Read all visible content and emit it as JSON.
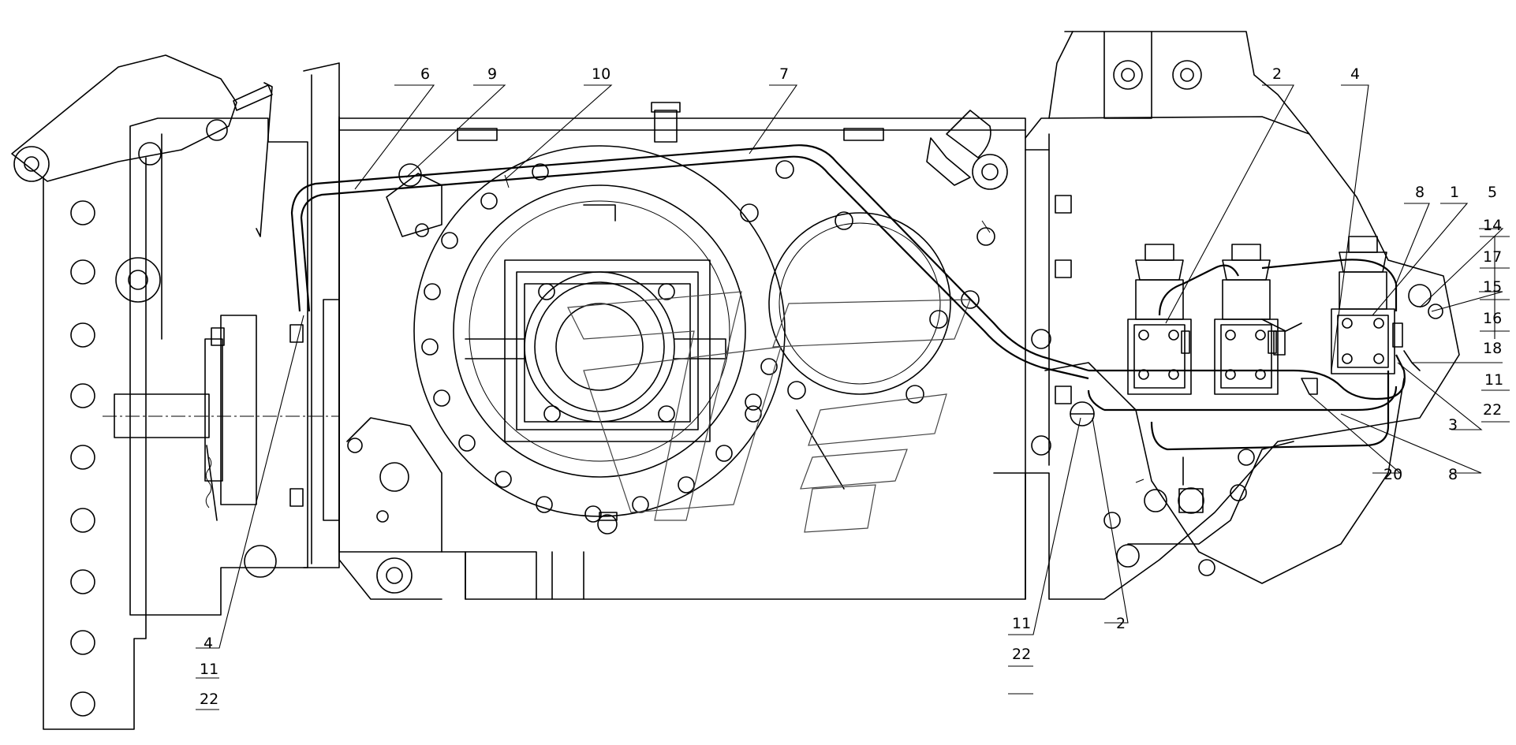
{
  "callouts": [
    {
      "id": "c6",
      "text": "6"
    },
    {
      "id": "c9",
      "text": "9"
    },
    {
      "id": "c10",
      "text": "10"
    },
    {
      "id": "c7",
      "text": "7"
    },
    {
      "id": "c2top",
      "text": "2"
    },
    {
      "id": "c4top",
      "text": "4"
    },
    {
      "id": "c8top",
      "text": "8"
    },
    {
      "id": "c1",
      "text": "1"
    },
    {
      "id": "c5",
      "text": "5"
    },
    {
      "id": "c14",
      "text": "14"
    },
    {
      "id": "c17",
      "text": "17"
    },
    {
      "id": "c15",
      "text": "15"
    },
    {
      "id": "c16",
      "text": "16"
    },
    {
      "id": "c18",
      "text": "18"
    },
    {
      "id": "c11r",
      "text": "11"
    },
    {
      "id": "c22r",
      "text": "22"
    },
    {
      "id": "c3",
      "text": "3"
    },
    {
      "id": "c8bot",
      "text": "8"
    },
    {
      "id": "c20",
      "text": "20"
    },
    {
      "id": "c2bot",
      "text": "2"
    },
    {
      "id": "c11m",
      "text": "11"
    },
    {
      "id": "c22m",
      "text": "22"
    },
    {
      "id": "c4l",
      "text": "4"
    },
    {
      "id": "c11l",
      "text": "11"
    },
    {
      "id": "c22l",
      "text": "22"
    }
  ]
}
